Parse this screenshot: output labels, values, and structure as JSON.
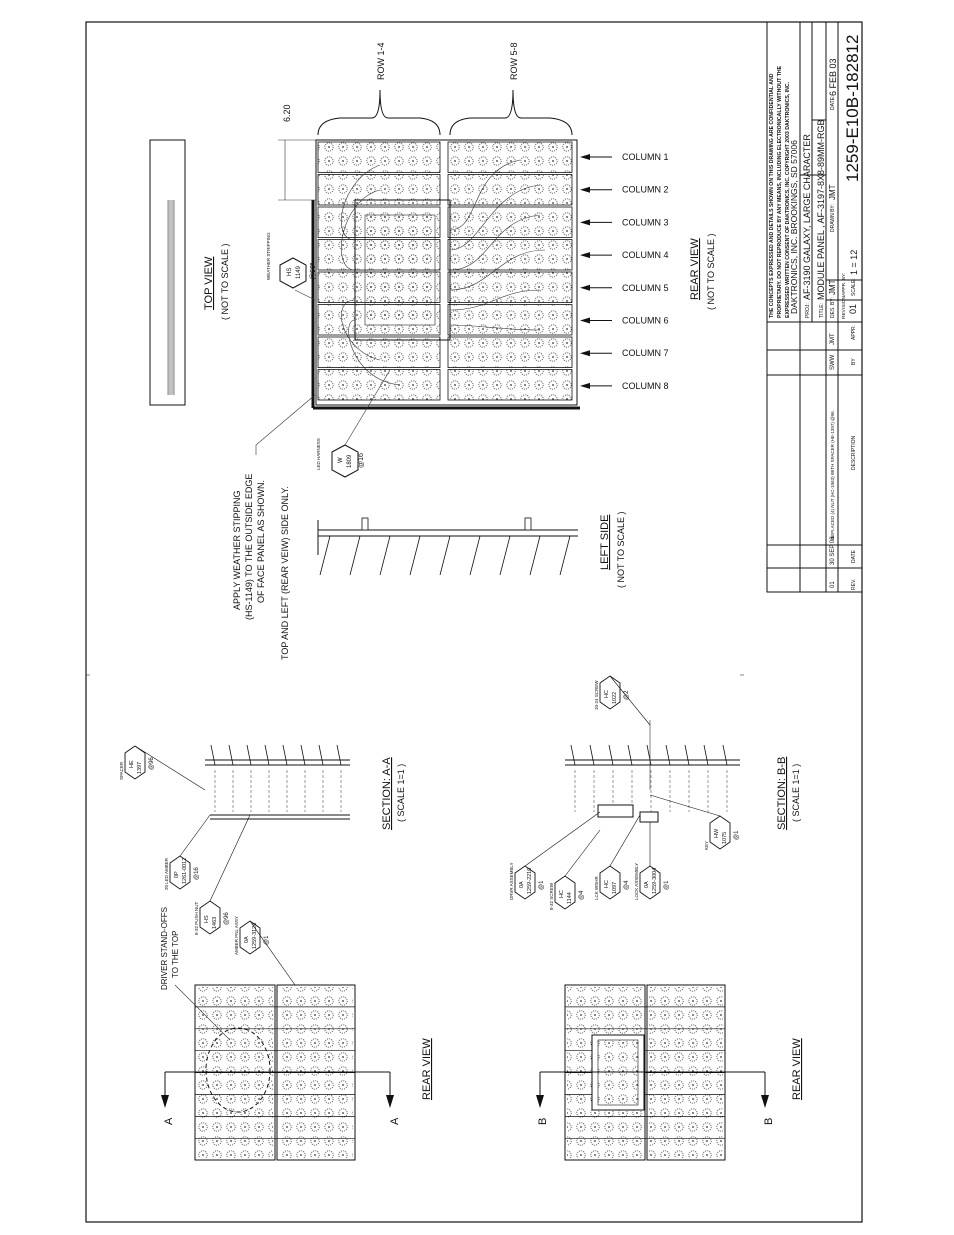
{
  "title_block": {
    "notice": [
      "THE CONCEPTS EXPRESSED AND DETAILS SHOWN ON THIS DRAWING ARE CONFIDENTIAL AND",
      "PROPRIETARY. DO NOT REPRODUCE BY ANY MEANS, INCLUDING ELECTRONICALLY WITHOUT THE",
      "EXPRESSED WRITTEN CONSENT OF DAKTRONICS, INC.  COPYRIGHT 2003 DAKTRONICS, INC."
    ],
    "company": "DAKTRONICS, INC.   BROOKINGS, SD 57006",
    "proj_label": "PROJ:",
    "proj": "AF-3190 GALAXY, LARGE CHARACTER",
    "title_label": "TITLE:",
    "title": "MODULE PANEL , AF-3197-8X8-89MM-RGB",
    "des_label": "DES. BY:",
    "des": "JMT",
    "drawn_label": "DRAWN BY:",
    "drawn": "JMT",
    "date_label": "DATE:",
    "date": "6 FEB 03",
    "revision_label": "REVISION",
    "revision": "01",
    "appr_label": "APPR. BY:",
    "scale_label": "SCALE:",
    "scale": "1 = 12",
    "drawing_number": "1259-E10B-182812"
  },
  "revision_table": {
    "headers": [
      "REV.",
      "DATE",
      "DESCRIPTION",
      "BY",
      "APPR."
    ],
    "rows": [
      {
        "rev": "01",
        "date": "30 SEP 03",
        "description": "REPLACED (4) NUT (HC-1063) WITH SPACER (HE-1397) @96.",
        "by": "SWW",
        "appr": "JMT"
      }
    ]
  },
  "top_right": {
    "dim": "6.20",
    "row_1_4": "ROW 1-4",
    "row_5_8": "ROW 5-8",
    "columns": [
      "COLUMN 1",
      "COLUMN 2",
      "COLUMN 3",
      "COLUMN 4",
      "COLUMN 5",
      "COLUMN 6",
      "COLUMN 7",
      "COLUMN 8"
    ],
    "rear_view": "REAR VIEW",
    "rear_scale": "( NOT TO SCALE )",
    "top_view": "TOP VIEW",
    "top_scale": "( NOT TO SCALE )",
    "left_side": "LEFT SIDE",
    "left_scale": "( NOT TO SCALE )",
    "weather_note": [
      "APPLY WEATHER STIPPING",
      "(HS-1149) TO THE OUTSIDE EDGE",
      "OF FACE PANEL AS SHOWN.",
      "TOP AND LEFT (REAR VEIW) SIDE ONLY."
    ],
    "hs_bubble": {
      "caption": "WEATHER STRIPPING",
      "code": "HS",
      "num": "1149",
      "qty": "@50\""
    },
    "harness_bubble": {
      "caption": "LED HARNESS",
      "code": "W",
      "num": "1809",
      "qty": "@16"
    }
  },
  "bottom": {
    "section_aa": "SECTION: A-A",
    "section_aa_scale": "( SCALE 1=1 )",
    "section_bb": "SECTION: B-B",
    "section_bb_scale": "( SCALE 1=1 )",
    "rear_view_1": "REAR VIEW",
    "rear_view_2": "REAR VIEW",
    "driver_note": [
      "DRIVER STAND-OFFS",
      "TO THE TOP"
    ],
    "arrow_a": "A",
    "arrow_b": "B",
    "bubbles": [
      {
        "caption": "SPACER",
        "code": "HE",
        "num": "1397",
        "qty": "@96"
      },
      {
        "caption": "20 LED AMBER",
        "code": "0P",
        "num": "1261-0012",
        "qty": "@16"
      },
      {
        "caption": "8-32 PUSH NUT",
        "code": "HS",
        "num": "1463",
        "qty": "@96"
      },
      {
        "caption": "AMBER PNL ASSY",
        "code": "0A",
        "num": "1259-3126",
        "qty": "@1"
      },
      {
        "caption": "10-24 SCREW",
        "code": "HC",
        "num": "1022",
        "qty": "@2"
      },
      {
        "caption": "DRVR ASSEMBLY",
        "code": "0A",
        "num": "1259-2210",
        "qty": "@1"
      },
      {
        "caption": "8-32 SCREW",
        "code": "HC",
        "num": "1144",
        "qty": "@4"
      },
      {
        "caption": "LCK WSHR",
        "code": "HC",
        "num": "1097",
        "qty": "@4"
      },
      {
        "caption": "LOCK ASSEMBLY",
        "code": "0A",
        "num": "1259-3004",
        "qty": "@1"
      },
      {
        "caption": "KEY",
        "code": "HW",
        "num": "1075",
        "qty": "@1"
      }
    ]
  }
}
